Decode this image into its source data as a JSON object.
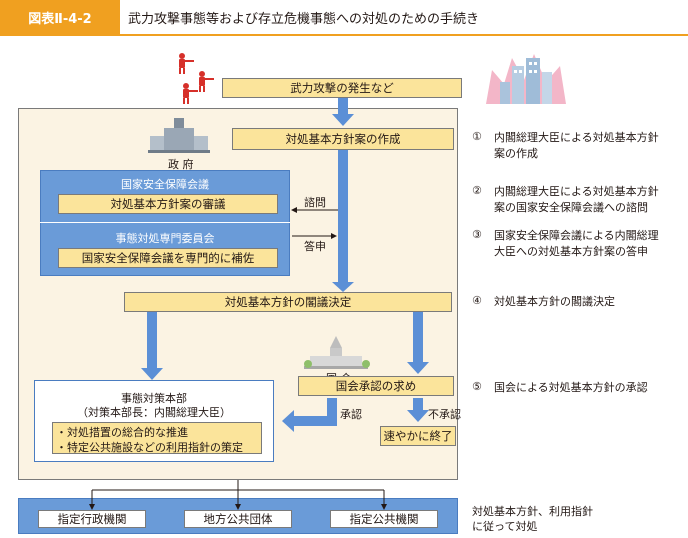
{
  "header": {
    "tag": "図表Ⅱ-4-2",
    "title": "武力攻撃事態等および存立危機事態への対処のための手続き"
  },
  "top_box": "武力攻撃の発生など",
  "gov": {
    "label": "政 府",
    "draft_box": "対処基本方針案の作成",
    "nsc_title": "国家安全保障会議",
    "nsc_box": "対処基本方針案の審議",
    "committee_title": "事態対処専門委員会",
    "committee_box": "国家安全保障会議を専門的に補佐",
    "consult": "諮問",
    "reply": "答申",
    "cabinet_box": "対処基本方針の閣議決定"
  },
  "diet": {
    "label": "国 会",
    "request_box": "国会承認の求め",
    "approve": "承認",
    "disapprove": "不承認",
    "end_box": "速やかに終了"
  },
  "hq": {
    "title1": "事態対策本部",
    "title2": "（対策本部長：内閣総理大臣）",
    "item1": "・対処措置の総合的な推進",
    "item2": "・特定公共施設などの利用指針の策定"
  },
  "bottom": {
    "items": [
      "指定行政機関",
      "地方公共団体",
      "指定公共機関"
    ],
    "note1": "対処基本方針、利用指針",
    "note2": "に従って対処"
  },
  "notes": [
    {
      "num": "①",
      "lines": [
        "内閣総理大臣による対処基本方針",
        "案の作成"
      ]
    },
    {
      "num": "②",
      "lines": [
        "内閣総理大臣による対処基本方針",
        "案の国家安全保障会議への諮問"
      ]
    },
    {
      "num": "③",
      "lines": [
        "国家安全保障会議による内閣総理",
        "大臣への対処基本方針案の答申"
      ]
    },
    {
      "num": "④",
      "lines": [
        "対処基本方針の閣議決定"
      ]
    },
    {
      "num": "⑤",
      "lines": [
        "国会による対処基本方針の承認"
      ]
    }
  ],
  "colors": {
    "accent": "#f0a020",
    "panel": "#fbf3e3",
    "yellow_box": "#fbe49b",
    "blue_arrow": "#5b8fd6"
  }
}
